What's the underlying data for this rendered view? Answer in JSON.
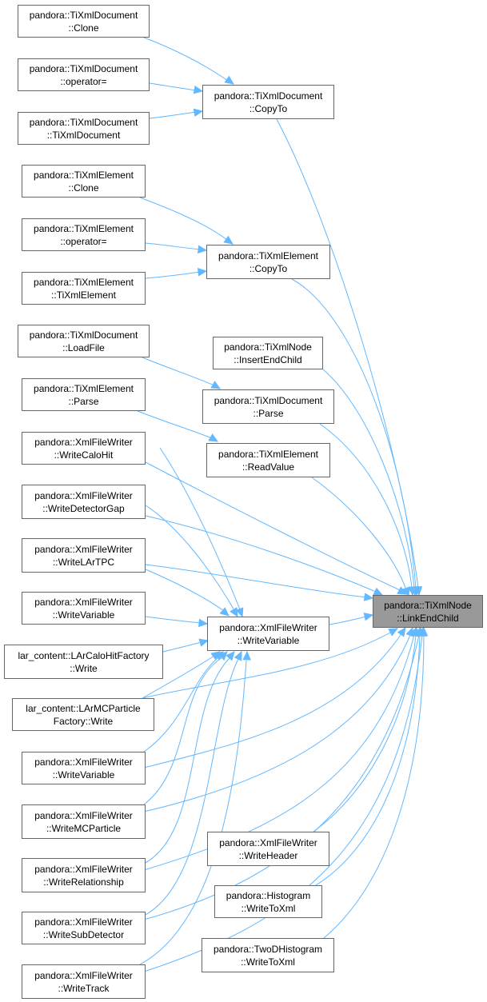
{
  "graph": {
    "edge_color": "#63b8ff",
    "node_border_color": "#666666",
    "focus_fill_color": "#999999",
    "nodes": {
      "doc_clone": {
        "line1": "pandora::TiXmlDocument",
        "line2": "::Clone"
      },
      "doc_opeq": {
        "line1": "pandora::TiXmlDocument",
        "line2": "::operator="
      },
      "doc_ctor": {
        "line1": "pandora::TiXmlDocument",
        "line2": "::TiXmlDocument"
      },
      "doc_copyto": {
        "line1": "pandora::TiXmlDocument",
        "line2": "::CopyTo"
      },
      "el_clone": {
        "line1": "pandora::TiXmlElement",
        "line2": "::Clone"
      },
      "el_opeq": {
        "line1": "pandora::TiXmlElement",
        "line2": "::operator="
      },
      "el_ctor": {
        "line1": "pandora::TiXmlElement",
        "line2": "::TiXmlElement"
      },
      "el_copyto": {
        "line1": "pandora::TiXmlElement",
        "line2": "::CopyTo"
      },
      "doc_loadfile": {
        "line1": "pandora::TiXmlDocument",
        "line2": "::LoadFile"
      },
      "node_insert": {
        "line1": "pandora::TiXmlNode",
        "line2": "::InsertEndChild"
      },
      "doc_parse": {
        "line1": "pandora::TiXmlDocument",
        "line2": "::Parse"
      },
      "el_parse": {
        "line1": "pandora::TiXmlElement",
        "line2": "::Parse"
      },
      "el_readvalue": {
        "line1": "pandora::TiXmlElement",
        "line2": "::ReadValue"
      },
      "w_calohit": {
        "line1": "pandora::XmlFileWriter",
        "line2": "::WriteCaloHit"
      },
      "w_detgap": {
        "line1": "pandora::XmlFileWriter",
        "line2": "::WriteDetectorGap"
      },
      "w_lartpc": {
        "line1": "pandora::XmlFileWriter",
        "line2": "::WriteLArTPC"
      },
      "w_var_left": {
        "line1": "pandora::XmlFileWriter",
        "line2": "::WriteVariable"
      },
      "w_var_mid": {
        "line1": "pandora::XmlFileWriter",
        "line2": "::WriteVariable"
      },
      "focus": {
        "line1": "pandora::TiXmlNode",
        "line2": "::LinkEndChild"
      },
      "lar_calo": {
        "line1": "lar_content::LArCaloHitFactory",
        "line2": "::Write"
      },
      "lar_mc": {
        "line1": "lar_content::LArMCParticle",
        "line2": "Factory::Write"
      },
      "w_var_low": {
        "line1": "pandora::XmlFileWriter",
        "line2": "::WriteVariable"
      },
      "w_mcp": {
        "line1": "pandora::XmlFileWriter",
        "line2": "::WriteMCParticle"
      },
      "w_header": {
        "line1": "pandora::XmlFileWriter",
        "line2": "::WriteHeader"
      },
      "w_rel": {
        "line1": "pandora::XmlFileWriter",
        "line2": "::WriteRelationship"
      },
      "hist": {
        "line1": "pandora::Histogram",
        "line2": "::WriteToXml"
      },
      "w_subdet": {
        "line1": "pandora::XmlFileWriter",
        "line2": "::WriteSubDetector"
      },
      "hist2d": {
        "line1": "pandora::TwoDHistogram",
        "line2": "::WriteToXml"
      },
      "w_track": {
        "line1": "pandora::XmlFileWriter",
        "line2": "::WriteTrack"
      }
    }
  }
}
